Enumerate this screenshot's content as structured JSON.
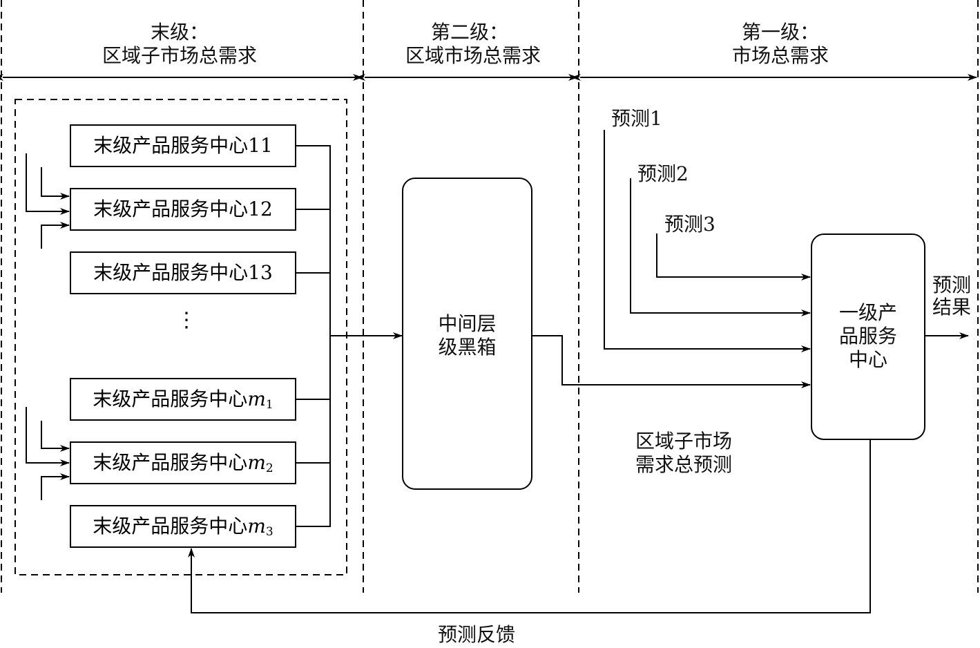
{
  "levels": [
    {
      "title": "末级：",
      "subtitle": "区域子市场总需求"
    },
    {
      "title": "第二级：",
      "subtitle": "区域市场总需求"
    },
    {
      "title": "第一级：",
      "subtitle": "市场总需求"
    }
  ],
  "leaf_nodes": [
    {
      "label": "末级产品服务中心11",
      "base": "",
      "sub": ""
    },
    {
      "label": "末级产品服务中心12",
      "base": "",
      "sub": ""
    },
    {
      "label": "末级产品服务中心13",
      "base": "",
      "sub": ""
    },
    {
      "label": "末级产品服务中心",
      "base": "m",
      "sub": "1"
    },
    {
      "label": "末级产品服务中心",
      "base": "m",
      "sub": "2"
    },
    {
      "label": "末级产品服务中心",
      "base": "m",
      "sub": "3"
    }
  ],
  "ellipsis": "⋮",
  "middle_node": {
    "line1": "中间层",
    "line2": "级黑箱"
  },
  "top_node": {
    "line1": "一级产",
    "line2": "品服务",
    "line3": "中心"
  },
  "forecasts": [
    "预测1",
    "预测2",
    "预测3"
  ],
  "output_label": {
    "line1": "预测",
    "line2": "结果"
  },
  "regional_note": {
    "line1": "区域子市场",
    "line2": "需求总预测"
  },
  "feedback_label": "预测反馈"
}
